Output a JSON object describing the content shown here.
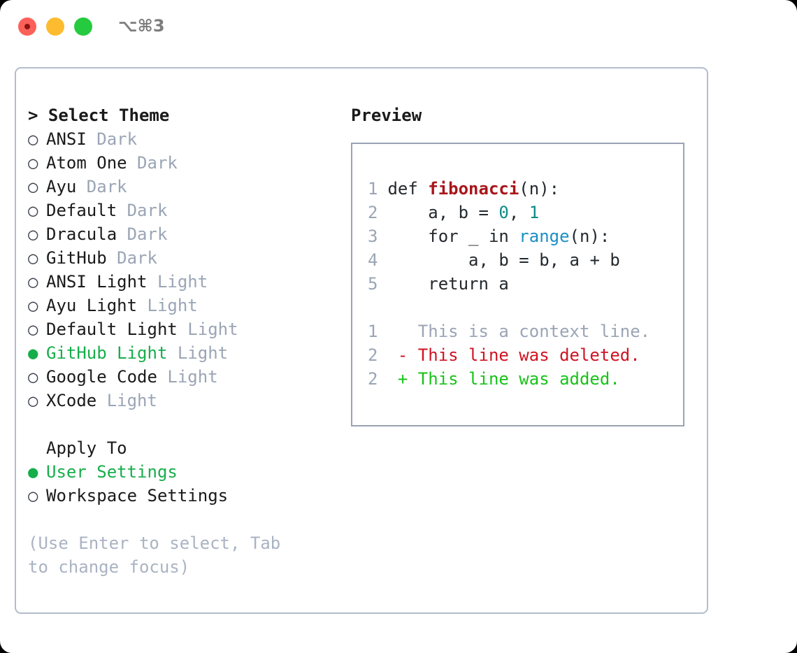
{
  "window": {
    "shortcut": "⌥⌘3",
    "traffic_lights": [
      {
        "name": "close-button",
        "color": "#fb6158"
      },
      {
        "name": "minimize-button",
        "color": "#fdbc2f"
      },
      {
        "name": "maximize-button",
        "color": "#26ca3e"
      }
    ]
  },
  "theme_picker": {
    "title": "> Select Theme",
    "bullet_unselected": "○",
    "bullet_selected": "●",
    "items": [
      {
        "name": "ANSI",
        "variant": "Dark",
        "selected": false
      },
      {
        "name": "Atom One",
        "variant": "Dark",
        "selected": false
      },
      {
        "name": "Ayu",
        "variant": "Dark",
        "selected": false
      },
      {
        "name": "Default",
        "variant": "Dark",
        "selected": false
      },
      {
        "name": "Dracula",
        "variant": "Dark",
        "selected": false
      },
      {
        "name": "GitHub",
        "variant": "Dark",
        "selected": false
      },
      {
        "name": "ANSI Light",
        "variant": "Light",
        "selected": false
      },
      {
        "name": "Ayu Light",
        "variant": "Light",
        "selected": false
      },
      {
        "name": "Default Light",
        "variant": "Light",
        "selected": false
      },
      {
        "name": "GitHub Light",
        "variant": "Light",
        "selected": true
      },
      {
        "name": "Google Code",
        "variant": "Light",
        "selected": false
      },
      {
        "name": "XCode",
        "variant": "Light",
        "selected": false
      }
    ]
  },
  "apply_to": {
    "title": "Apply To",
    "items": [
      {
        "name": "User Settings",
        "selected": true
      },
      {
        "name": "Workspace Settings",
        "selected": false
      }
    ]
  },
  "hint": "(Use Enter to select, Tab to change focus)",
  "preview": {
    "title": "Preview",
    "code_lines": [
      {
        "number": "1",
        "tokens": [
          {
            "text": "def ",
            "type": "plain"
          },
          {
            "text": "fibonacci",
            "type": "func"
          },
          {
            "text": "(n):",
            "type": "plain"
          }
        ]
      },
      {
        "number": "2",
        "tokens": [
          {
            "text": "    a, b = ",
            "type": "plain"
          },
          {
            "text": "0",
            "type": "num"
          },
          {
            "text": ", ",
            "type": "plain"
          },
          {
            "text": "1",
            "type": "num"
          }
        ]
      },
      {
        "number": "3",
        "tokens": [
          {
            "text": "    for _ in ",
            "type": "plain"
          },
          {
            "text": "range",
            "type": "call"
          },
          {
            "text": "(n):",
            "type": "plain"
          }
        ]
      },
      {
        "number": "4",
        "tokens": [
          {
            "text": "        a, b = b, a + b",
            "type": "plain"
          }
        ]
      },
      {
        "number": "5",
        "tokens": [
          {
            "text": "    return a",
            "type": "plain"
          }
        ]
      }
    ],
    "diff_lines": [
      {
        "number": "1",
        "marker": " ",
        "text": "This is a context line.",
        "type": "context"
      },
      {
        "number": "2",
        "marker": "-",
        "text": "This line was deleted.",
        "type": "deleted"
      },
      {
        "number": "2",
        "marker": "+",
        "text": "This line was added.",
        "type": "added"
      }
    ]
  },
  "colors": {
    "accent_green": "#16ae4b",
    "muted": "#9aa5b5",
    "func_red": "#a8161a",
    "number_teal": "#0d8b85",
    "call_blue": "#1a8fc4",
    "diff_del": "#cf1322",
    "diff_add": "#19c219",
    "panel_border": "#b4bccb",
    "preview_border": "#99a3b3"
  }
}
